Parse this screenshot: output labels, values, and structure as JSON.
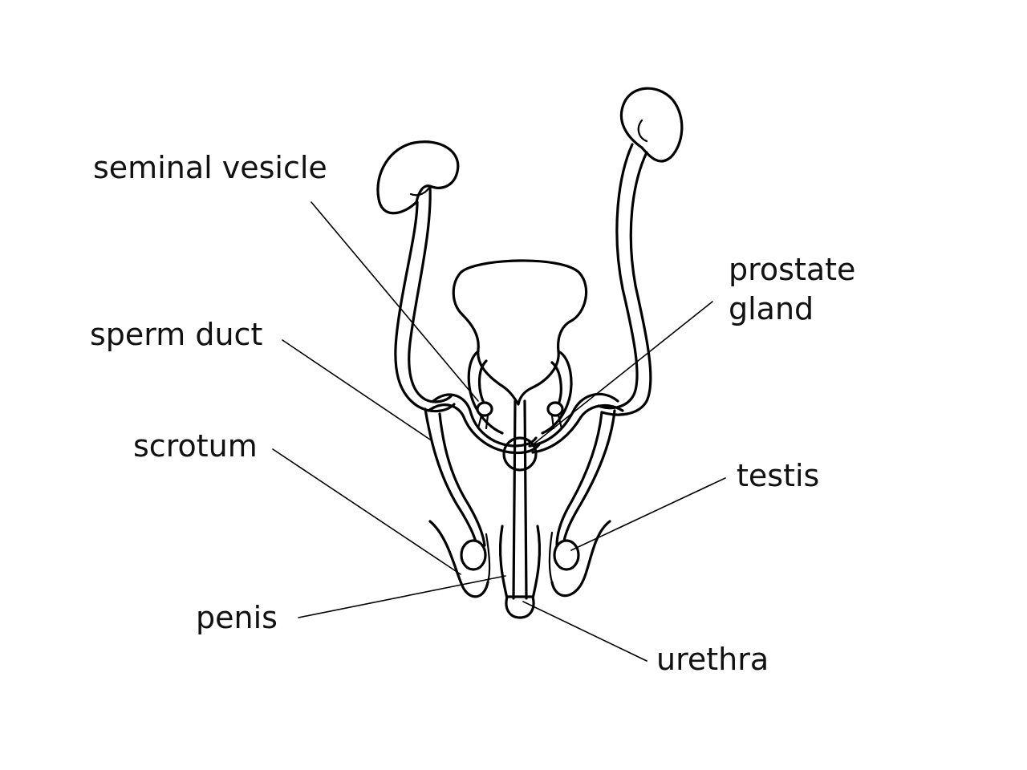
{
  "labels": {
    "seminal_vesicle": "seminal vesicle",
    "sperm_duct": "sperm duct",
    "scrotum": "scrotum",
    "penis": "penis",
    "prostate_line1": "prostate",
    "prostate_line2": "gland",
    "testis": "testis",
    "urethra": "urethra"
  },
  "colors": {
    "line": "#000000",
    "text": "#111111",
    "background": "#ffffff"
  }
}
